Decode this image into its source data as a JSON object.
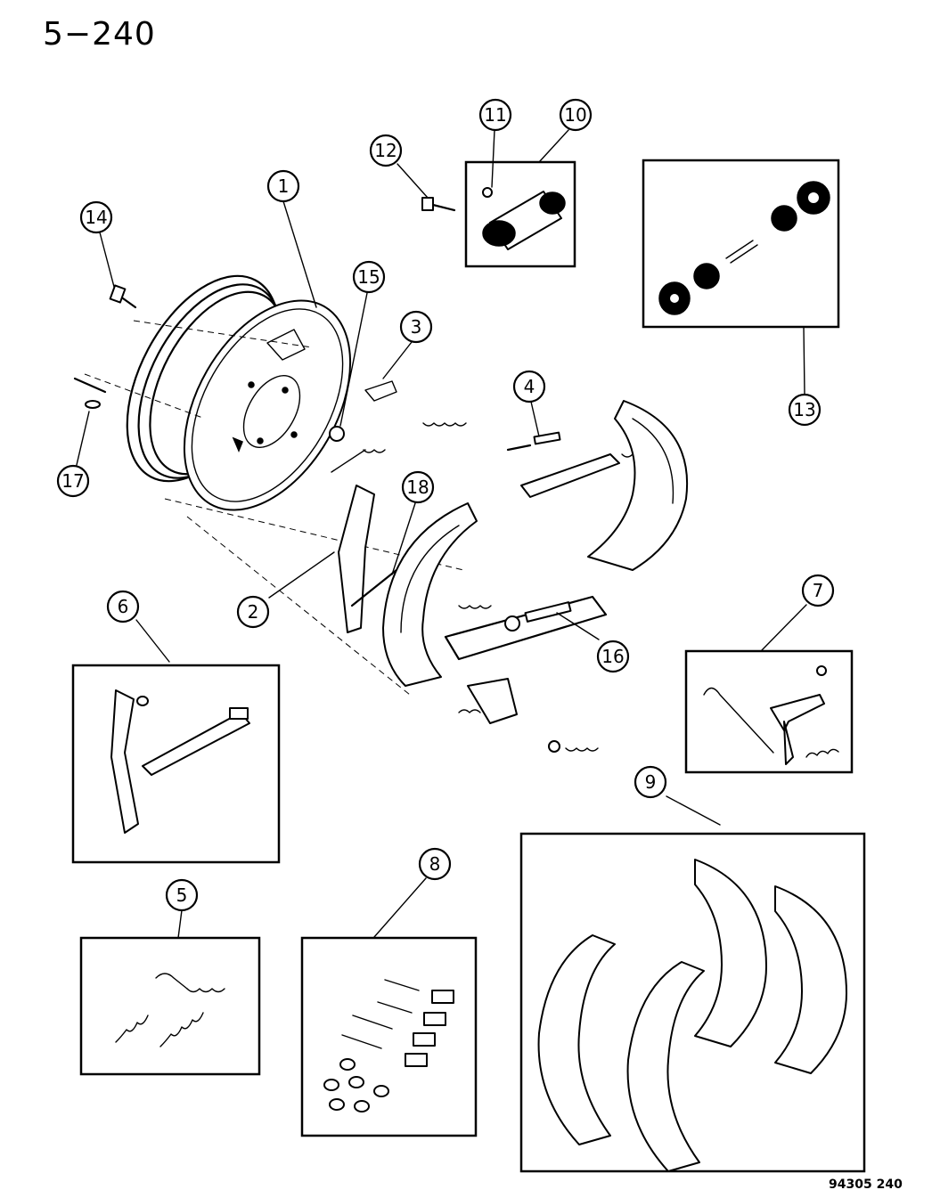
{
  "page_title": "5−240",
  "figure_code": "94305  240",
  "callouts": [
    {
      "label": "1"
    },
    {
      "label": "2"
    },
    {
      "label": "3"
    },
    {
      "label": "4"
    },
    {
      "label": "5"
    },
    {
      "label": "6"
    },
    {
      "label": "7"
    },
    {
      "label": "8"
    },
    {
      "label": "9"
    },
    {
      "label": "10"
    },
    {
      "label": "11"
    },
    {
      "label": "12"
    },
    {
      "label": "13"
    },
    {
      "label": "14"
    },
    {
      "label": "15"
    },
    {
      "label": "16"
    },
    {
      "label": "17"
    },
    {
      "label": "18"
    }
  ]
}
